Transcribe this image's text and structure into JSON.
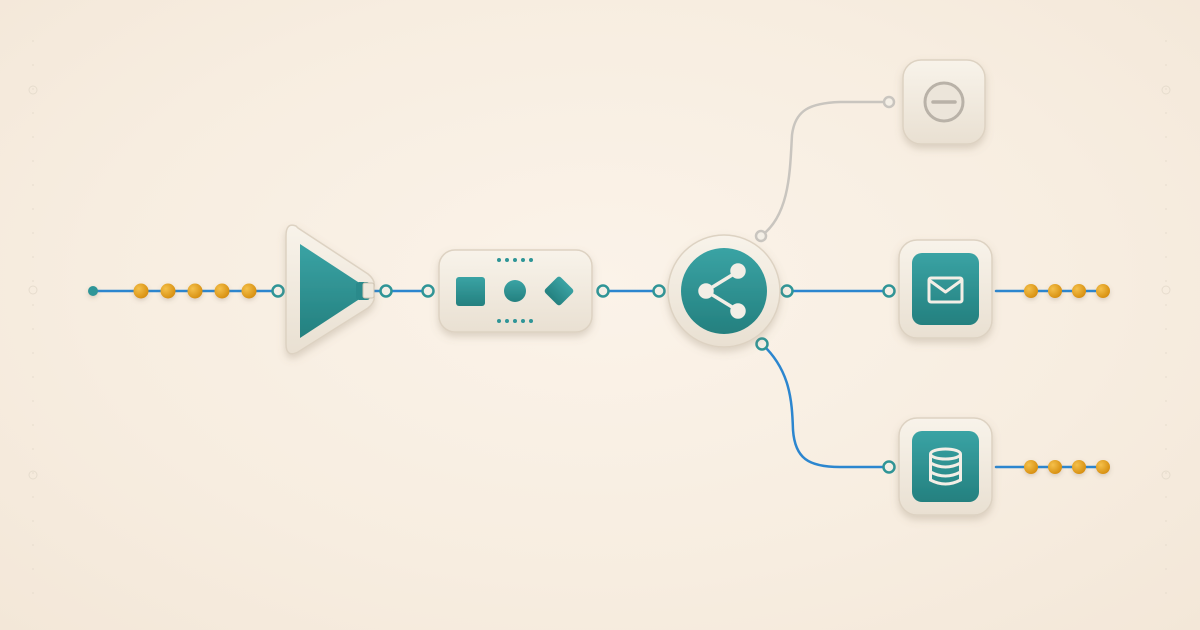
{
  "colors": {
    "background": "#f8efe3",
    "node_fill": "#f2ebe0",
    "node_edge": "#ddd2c2",
    "teal": "#2f9597",
    "teal_dark": "#237f82",
    "connector_blue": "#2c86cf",
    "connector_gray": "#c9c5bf",
    "token_orange": "#e3a019",
    "port_fill": "#f4efe6"
  },
  "nodes": [
    {
      "id": "source",
      "icon": "play-triangle-icon"
    },
    {
      "id": "transform",
      "icon": "shapes-icon"
    },
    {
      "id": "router",
      "icon": "share-icon"
    },
    {
      "id": "disabled",
      "icon": "minus-circle-icon"
    },
    {
      "id": "email",
      "icon": "envelope-icon"
    },
    {
      "id": "database",
      "icon": "database-icon"
    }
  ],
  "edges": [
    {
      "from": "input",
      "to": "source",
      "style": "blue"
    },
    {
      "from": "source",
      "to": "transform",
      "style": "blue"
    },
    {
      "from": "transform",
      "to": "router",
      "style": "blue"
    },
    {
      "from": "router",
      "to": "disabled",
      "style": "gray"
    },
    {
      "from": "router",
      "to": "email",
      "style": "blue"
    },
    {
      "from": "router",
      "to": "database",
      "style": "blue"
    }
  ],
  "token_streams": [
    {
      "target": "input",
      "tokens": 5
    },
    {
      "target": "email",
      "tokens": 4
    },
    {
      "target": "database",
      "tokens": 4
    }
  ]
}
